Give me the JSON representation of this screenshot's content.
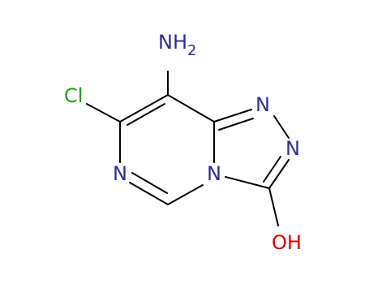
{
  "molecule": {
    "atoms": [
      {
        "id": "nh2",
        "label": "NH",
        "subscript": "2",
        "color": "#2d2d8f"
      },
      {
        "id": "cl",
        "label": "Cl",
        "color": "#1f9e1f"
      },
      {
        "id": "n_pyr",
        "label": "N",
        "color": "#2d2d8f"
      },
      {
        "id": "n_bridge",
        "label": "N",
        "color": "#2d2d8f"
      },
      {
        "id": "n1",
        "label": "N",
        "color": "#2d2d8f"
      },
      {
        "id": "n2",
        "label": "N",
        "color": "#2d2d8f"
      },
      {
        "id": "oh",
        "label": "OH",
        "color": "#e00000"
      }
    ],
    "bond_color": "#000000"
  }
}
